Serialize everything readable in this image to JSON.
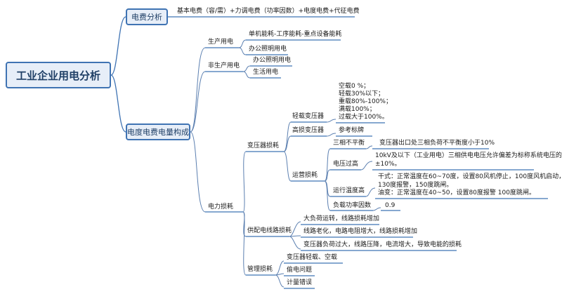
{
  "root": "工业企业用电分析",
  "branch1": {
    "title": "电费分析",
    "detail": "基本电费（容/需）+力调电费（功率因数）+电度电费+代征电费"
  },
  "branch2": {
    "title": "电度电费电量构成",
    "production": {
      "label": "生产用电",
      "items": [
        "单机能耗-工序能耗-重点设备能耗",
        "办公照明用电"
      ]
    },
    "non_production": {
      "label": "非生产用电",
      "items": [
        "办公照明用电",
        "生活用电"
      ]
    },
    "power_loss": {
      "label": "电力损耗",
      "transformer": {
        "label": "变压器损耗",
        "light_load": {
          "label": "轻载变压器",
          "notes": [
            "空载0 %；",
            "轻载30%以下；",
            "重载80%-100%；",
            "满载100%；",
            "过载大于100%。"
          ]
        },
        "high_loss": {
          "label": "高损变压器",
          "note": "参考标牌"
        },
        "operation": {
          "label": "运营损耗",
          "imbalance": {
            "label": "三相不平衡",
            "note": "变压器出口处三相负荷不平衡度小于10%"
          },
          "overvoltage": {
            "label": "电压过高",
            "note": [
              "10kV及以下（工业用电）三相供电电压允许偏差为标称系统电压的",
              "±10%。"
            ]
          },
          "temperature": {
            "label": "运行温度高",
            "note": [
              "干式：正常温度在60~70度，设置80风机停止，100度风机启动，",
              "130度报警，150度跳闸。",
              "油变：正常温度在40~50，设置80度报警 100度跳闸。"
            ]
          },
          "power_factor": {
            "label": "负载功率因数",
            "value": "0.9"
          }
        }
      },
      "supply_line": {
        "label": "供配电线路损耗",
        "items": [
          "大负荷运转，线路损耗增加",
          "线路老化，电路电阻增大，线路损耗增加",
          "变压器负荷过大，线路压降，电流增大，导致电能的损耗"
        ]
      },
      "management": {
        "label": "管理损耗",
        "items": [
          "变压器轻载、空载",
          "偷电问题",
          "计量错误"
        ]
      }
    }
  }
}
